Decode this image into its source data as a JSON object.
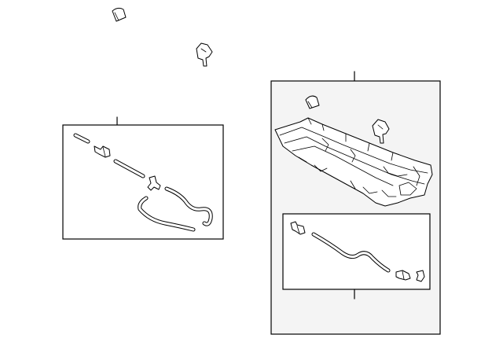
{
  "diagram": {
    "background": "#ffffff",
    "stroke_color": "#000000",
    "box_fill": "#f4f4f4",
    "parts": [
      "clip-icon",
      "bracket-icon",
      "washer-hose-assembly",
      "cowl-panel-assembly",
      "cowl-hose-assembly"
    ]
  }
}
